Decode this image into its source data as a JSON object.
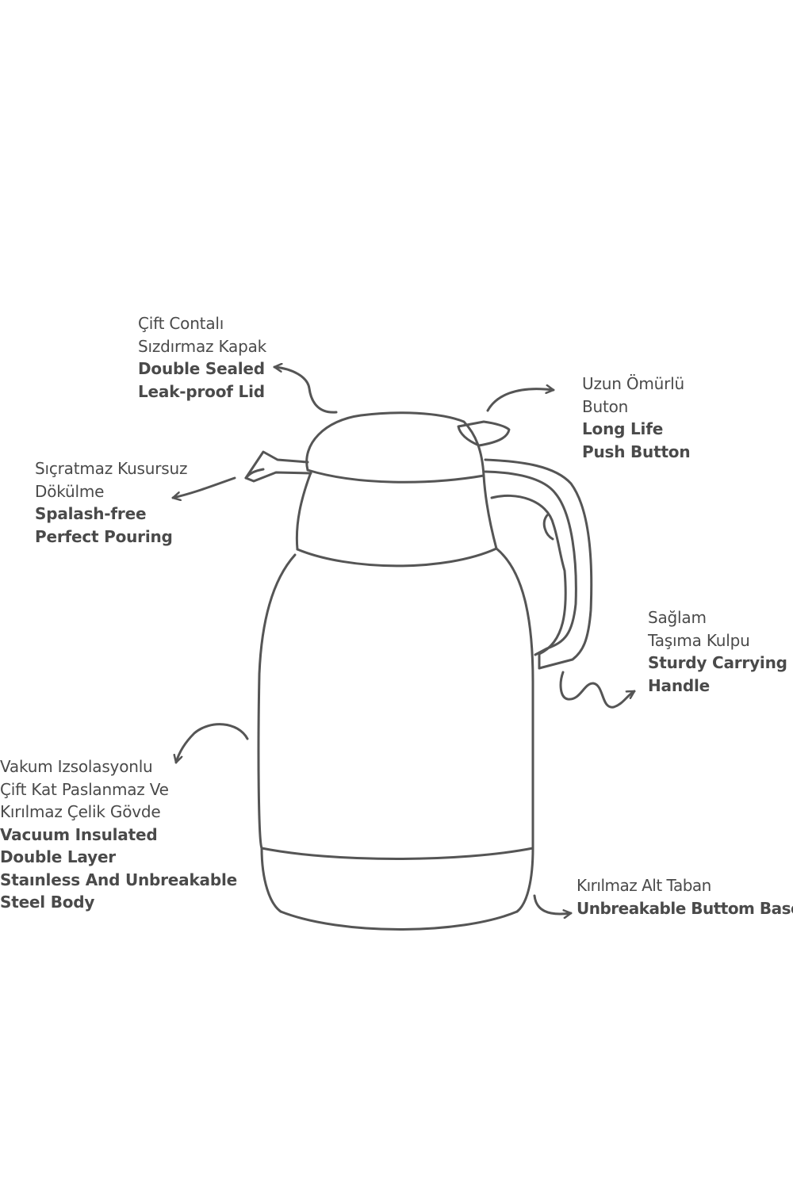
{
  "annotations": {
    "lid": {
      "tr_lines": [
        "Çift Contalı",
        "Sızdırmaz Kapak"
      ],
      "en_lines": [
        "Double Sealed",
        "Leak-proof Lid"
      ]
    },
    "button": {
      "tr_lines": [
        "Uzun Ömürlü",
        "Buton"
      ],
      "en_lines": [
        "Long Life",
        "Push Button"
      ]
    },
    "spout": {
      "tr_lines": [
        "Sıçratmaz Kusursuz",
        "Dökülme"
      ],
      "en_lines": [
        "Spalash-free",
        "Perfect Pouring"
      ]
    },
    "handle": {
      "tr_lines": [
        "Sağlam",
        "Taşıma Kulpu"
      ],
      "en_lines": [
        "Sturdy Carrying",
        "Handle"
      ]
    },
    "body": {
      "tr_lines": [
        "Vakum Izsolasyonlu",
        "Çift Kat Paslanmaz Ve",
        "Kırılmaz Çelik Gövde"
      ],
      "en_lines": [
        "Vacuum Insulated",
        "Double Layer",
        "Staınless And Unbreakable",
        "Steel Body"
      ]
    },
    "base": {
      "tr_lines": [
        "Kırılmaz Alt Taban"
      ],
      "en_lines": [
        "Unbreakable Buttom Base"
      ]
    }
  },
  "colors": {
    "ink": "#4a4a4a",
    "line": "#555555",
    "background": "#ffffff"
  }
}
